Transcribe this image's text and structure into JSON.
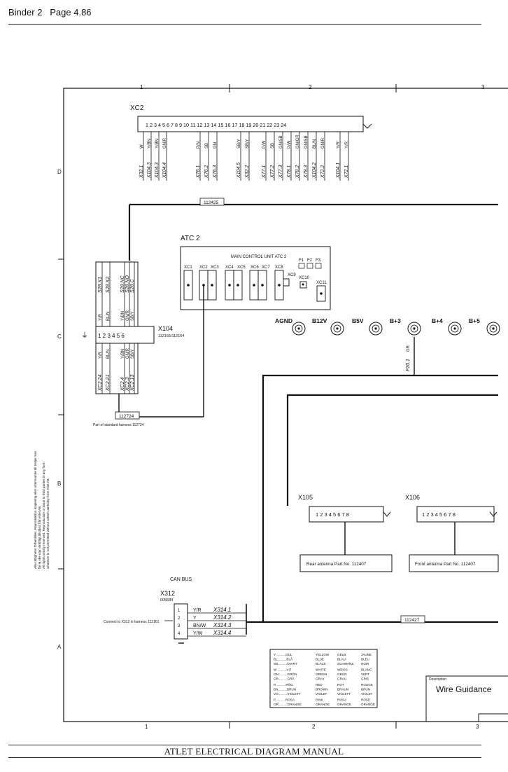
{
  "header": {
    "binder": "Binder 2",
    "page": "Page 4.86"
  },
  "footer": {
    "title": "ATLET ELECTRICAL DIAGRAM MANUAL"
  },
  "grid": {
    "cols_top": [
      "1",
      "2",
      "3"
    ],
    "cols_bottom": [
      "1",
      "2",
      "3"
    ],
    "rows": [
      "D",
      "C",
      "B",
      "A"
    ]
  },
  "xc2": {
    "title": "XC2",
    "pins": "1 2 3 4 5 6 7 8 9 10 11 12   13 14 15 16 17 18 19 20 21 22 23      24",
    "wires": [
      "W",
      "Y/BN",
      "Y/BN",
      "GN/R",
      "P/N",
      "SB",
      "GN",
      "SB/Y",
      "SB/Y",
      "P/W",
      "SB",
      "GN/SB",
      "P/W",
      "GN/GR",
      "GN/SB",
      "BL/N",
      "GN/R",
      "Y/R",
      "Y/R"
    ],
    "refs": [
      "X32.1",
      "X104.3",
      "X104.3",
      "X104.4",
      "X76.1",
      "X76.2",
      "X76.3",
      "X104.5",
      "X32.2",
      "X77.1",
      "X77.2",
      "X77.3",
      "X78.1",
      "X78.2",
      "X78.3",
      "X104.2",
      "X72.2",
      "X104.1",
      "X72.1"
    ]
  },
  "harness_labels": {
    "top": "112425",
    "left": "112724",
    "bottom": "112427"
  },
  "atc2": {
    "title": "ATC 2",
    "unit_label": "MAIN CONTROL UNIT ATC 2",
    "fuses": [
      "F1",
      "F2",
      "F3"
    ],
    "connectors": [
      "XC1",
      "XC2",
      "XC3",
      "XC4",
      "XC5",
      "XC6",
      "XC7",
      "XC8",
      "XC9",
      "XC10",
      "XC11"
    ]
  },
  "terminals": [
    "AGND",
    "B12V",
    "B5V",
    "B+3",
    "B+4",
    "B+5"
  ],
  "b3_wire": {
    "color": "GR",
    "ref": "F20.1"
  },
  "x104": {
    "title": "X104",
    "part": "112165/112164",
    "pins": "1  2      3  4  5  6",
    "top_wires": [
      "S28.X1",
      "S28.X2",
      "S28.NC",
      "S28.NO",
      "S28.C"
    ],
    "mid_wires": [
      "Y/R",
      "BL/N",
      "Y/BN",
      "GN/R",
      "SB/Y"
    ],
    "bot_wires": [
      "Y/R",
      "BL/N",
      "Y/BN",
      "GN/R",
      "SB/Y"
    ],
    "bot_refs": [
      "XC2.24",
      "XC2.21",
      "XC2.4",
      "XC2.3",
      "XC2.13"
    ],
    "note": "Part of standard harness 112724"
  },
  "x105": {
    "title": "X105",
    "pins": "1 2 3 4 5 6 7 8",
    "antenna": "Rear antenna   Part No. 112407"
  },
  "x106": {
    "title": "X106",
    "pins": "1 2 3 4 5 6 7 8",
    "antenna": "Front antenna   Part No. 112407"
  },
  "can_bus": {
    "label": "CAN BUS"
  },
  "x312": {
    "title": "X312",
    "part": "005684",
    "note": "Connect to X312 in harness 112161",
    "rows": [
      {
        "pin": "1",
        "color": "Y/R",
        "ref": "X314.1"
      },
      {
        "pin": "2",
        "color": "Y",
        "ref": "X314.2"
      },
      {
        "pin": "3",
        "color": "BN/W",
        "ref": "X314.3"
      },
      {
        "pin": "4",
        "color": "Y/W",
        "ref": "X314.4"
      }
    ]
  },
  "color_table": [
    [
      "Y ..........GUL",
      "YELLOW",
      "GELB",
      "JAUNE"
    ],
    [
      "BL..........BLÅ",
      "BLUE",
      "BLAU",
      "BLEU"
    ],
    [
      "SB..........SVART",
      "BLACK",
      "SCHWARZ",
      "NOIR"
    ],
    [
      "W ..........VIT",
      "WHITE",
      "WEISS",
      "BLANC"
    ],
    [
      "GN..........GRÖN",
      "GREEN",
      "GRÜN",
      "VERT"
    ],
    [
      "GR..........GRÅ",
      "GRAY",
      "GRAU",
      "GRIS"
    ],
    [
      "R ..........RÖD",
      "RED",
      "ROT",
      "ROUGE"
    ],
    [
      "BN..........BRUN",
      "BROWN",
      "BRAUN",
      "BRUN"
    ],
    [
      "VO..........VIOLETT",
      "VIOLET",
      "VIOLETT",
      "VIOLET"
    ],
    [
      "P ..........ROSA",
      "PINK",
      "ROSA",
      "ROSE"
    ],
    [
      "OR..........ORANGE",
      "ORANGE",
      "ORANGE",
      "ORANGE"
    ]
  ],
  "title_block": {
    "label": "Description",
    "title": "Wire Guidance"
  },
  "copyright": [
    "Alla rättigheter förbehålles. Reproduktion, kopiering eller utlämnande till tredje man",
    "får ej ske utan skriftligt tillstånd från Atlet AB.",
    "All rights strictly reserved. Reproduction or issue to third parties in any form",
    "whatever is not permitted without written authority from Atlet AB."
  ]
}
